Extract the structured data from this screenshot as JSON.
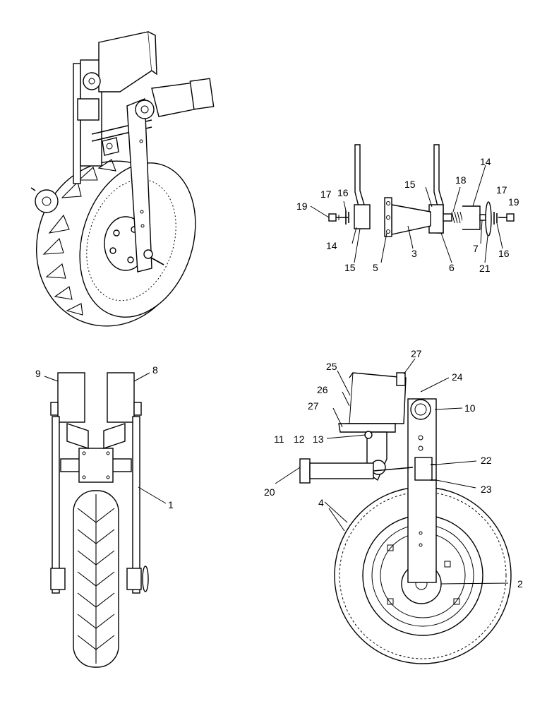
{
  "callouts": {
    "c1": "1",
    "c2": "2",
    "c3": "3",
    "c4": "4",
    "c5": "5",
    "c6": "6",
    "c7": "7",
    "c8": "8",
    "c9": "9",
    "c10": "10",
    "c11": "11",
    "c12": "12",
    "c13": "13",
    "c14a": "14",
    "c14b": "14",
    "c15a": "15",
    "c15b": "15",
    "c16a": "16",
    "c16b": "16",
    "c17a": "17",
    "c17b": "17",
    "c18": "18",
    "c19a": "19",
    "c19b": "19",
    "c20": "20",
    "c21": "21",
    "c22": "22",
    "c23": "23",
    "c24": "24",
    "c25": "25",
    "c26": "26",
    "c27a": "27",
    "c27b": "27"
  }
}
